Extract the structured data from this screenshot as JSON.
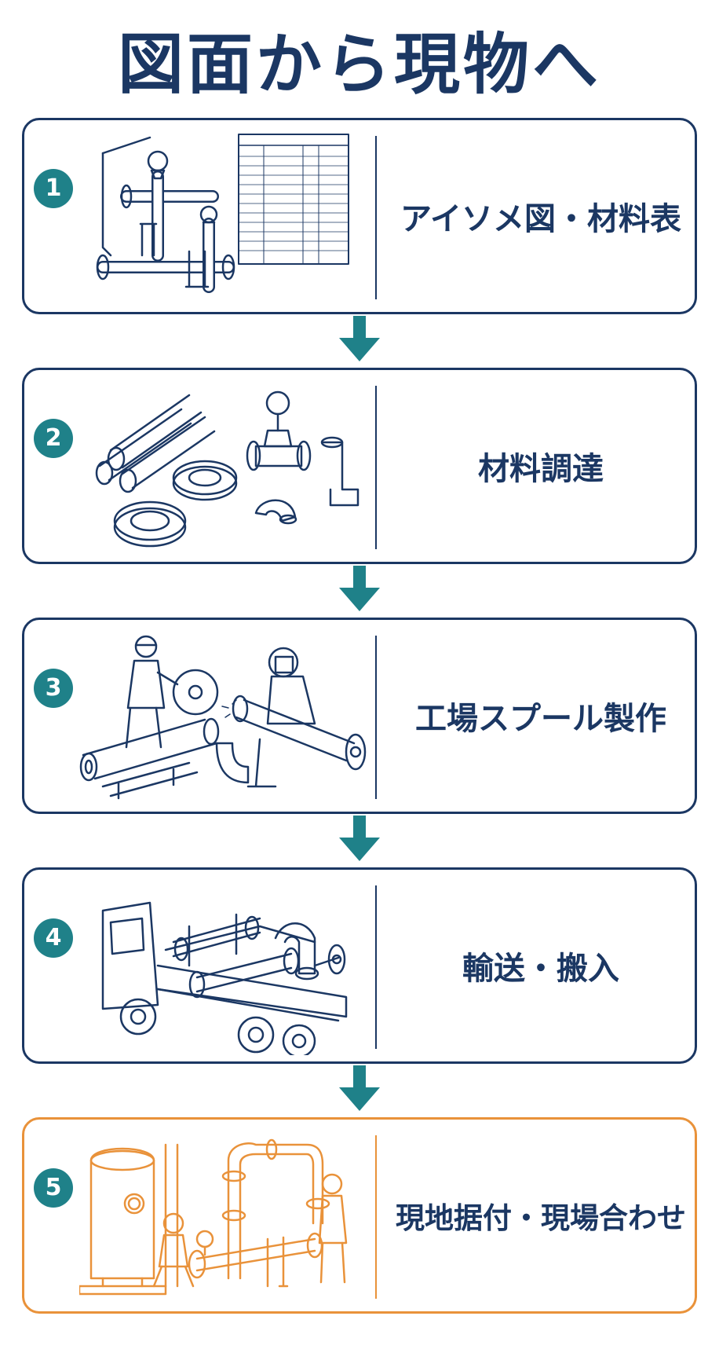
{
  "title": "図面から現物へ",
  "steps": [
    {
      "number": "1",
      "label": "アイソメ図・材料表"
    },
    {
      "number": "2",
      "label": "材料調達"
    },
    {
      "number": "3",
      "label": "工場スプール製作"
    },
    {
      "number": "4",
      "label": "輸送・搬入"
    },
    {
      "number": "5",
      "label": "現地据付・現場合わせ"
    }
  ],
  "colors": {
    "navy": "#1b3763",
    "teal": "#1f8189",
    "orange": "#e9923a"
  },
  "icons": [
    "isometric-drawing-icon",
    "materials-icon",
    "fabrication-icon",
    "truck-icon",
    "installation-icon"
  ]
}
